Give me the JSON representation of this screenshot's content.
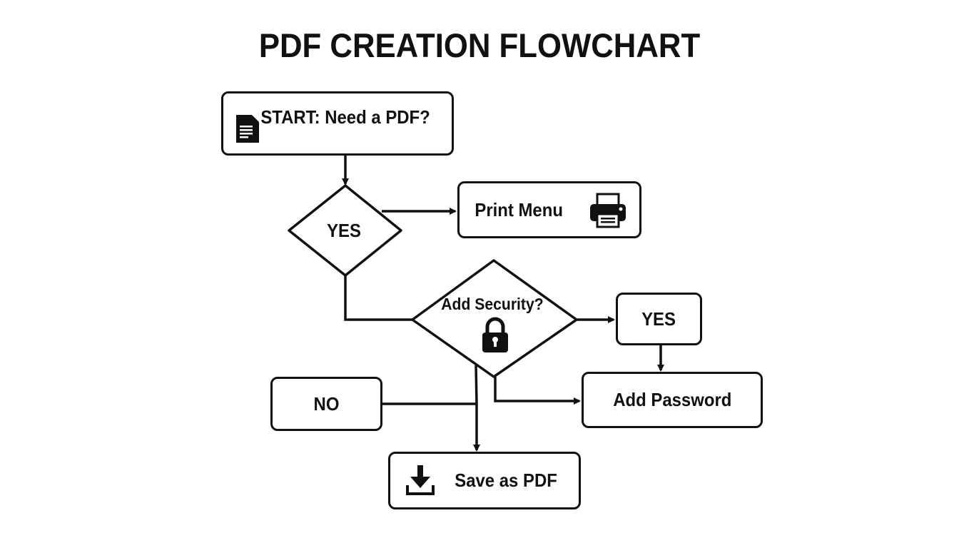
{
  "title": "PDF CREATION FLOWCHART",
  "colors": {
    "stroke": "#111111",
    "background": "#ffffff",
    "text": "#111111"
  },
  "nodes": {
    "start": {
      "label": "START: Need a PDF?",
      "icon": "document-icon",
      "shape": "rounded-rect"
    },
    "decision_yes": {
      "label": "YES",
      "shape": "diamond"
    },
    "print_menu": {
      "label": "Print Menu",
      "icon": "printer-icon",
      "shape": "rounded-rect"
    },
    "add_security": {
      "label": "Add Security?",
      "icon": "lock-icon",
      "shape": "diamond"
    },
    "security_yes": {
      "label": "YES",
      "shape": "rounded-rect"
    },
    "add_password": {
      "label": "Add Password",
      "shape": "rounded-rect"
    },
    "no": {
      "label": "NO",
      "shape": "rounded-rect"
    },
    "save_pdf": {
      "label": "Save as PDF",
      "icon": "download-icon",
      "shape": "rounded-rect"
    }
  },
  "edges": [
    {
      "from": "start",
      "to": "decision_yes",
      "arrow": true
    },
    {
      "from": "decision_yes",
      "to": "print_menu",
      "arrow": true
    },
    {
      "from": "decision_yes",
      "to": "add_security",
      "arrow": false
    },
    {
      "from": "add_security",
      "to": "security_yes",
      "arrow": true
    },
    {
      "from": "security_yes",
      "to": "add_password",
      "arrow": true
    },
    {
      "from": "add_security",
      "to": "add_password",
      "arrow": true
    },
    {
      "from": "add_security",
      "to": "save_pdf",
      "arrow": true
    },
    {
      "from": "no",
      "to": "save_pdf",
      "arrow": false
    }
  ]
}
